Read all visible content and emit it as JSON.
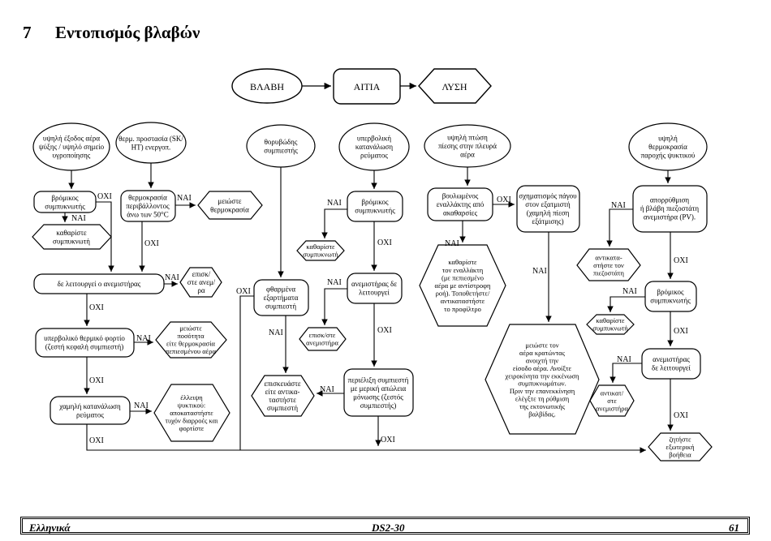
{
  "chapter": {
    "number": "7",
    "title": "Εντοπισμός βλαβών"
  },
  "legend": {
    "fault": "ΒΛΑΒΗ",
    "cause": "ΑΙΤΙΑ",
    "solution": "ΛΥΣΗ"
  },
  "nodes": {
    "o1": [
      "υψηλή έξοδος αέρα",
      "ψύξης / υψηλό σημείο",
      "υγροποίησης"
    ],
    "o2": [
      "θερμ. προστασία (SK/",
      "HT) ενεργοπ."
    ],
    "o3": [
      "θορυβώδης",
      "συμπιεστής"
    ],
    "o4": [
      "υπερβολική",
      "κατανάλωση",
      "ρεύματος"
    ],
    "o5": [
      "υψηλή πτώση",
      "πίεσης στην πλευρά",
      "αέρα"
    ],
    "o6": [
      "υψηλή",
      "θερμοκρασία",
      "παροχής ψυκτικού"
    ],
    "c1": [
      "βρόμικος",
      "συμπυκνωτής"
    ],
    "c2": [
      "θερμοκρασία",
      "περιβάλλοντος",
      "άνω των  50°C"
    ],
    "c3": [
      "δε λειτουργεί ο ανεμιστήρας"
    ],
    "c4": [
      "υπερβολικό θερμικό φορτίο",
      "(ζεστή κεφαλή συμπιεστή)"
    ],
    "c5": [
      "χαμηλή κατανάλωση",
      "ρεύματος"
    ],
    "c6": [
      "φθαρμένα",
      "εξαρτήματα",
      "συμπιεστή"
    ],
    "c7": [
      "βρόμικος",
      "συμπυκνωτής"
    ],
    "c8": [
      "ανεμιστήρας δε",
      "λειτουργεί"
    ],
    "c9": [
      "περιέλιξη συμπιεστή",
      "με μερική απώλεια",
      "μόνωσης (ζεστός",
      "συμπιεστής)"
    ],
    "c10": [
      "βουλωμένος",
      "εναλλάκτης από",
      "ακαθαρσίες"
    ],
    "c11": [
      "σχηματισμός πάγου",
      "στον εξατμιστή",
      "(χαμηλή πίεση",
      "εξάτμισης)"
    ],
    "c12": [
      "απορρύθμιση",
      "ή βλάβη πιεζοστάτη",
      "ανεμιστήρα (PV)."
    ],
    "c13": [
      "βρόμικος",
      "συμπυκνωτής"
    ],
    "c14": [
      "ανεμιστήρας",
      "δε λειτουργεί"
    ],
    "s1": [
      "καθαρίστε",
      "συμπυκνωτή"
    ],
    "s2": [
      "μειώστε",
      "θερμοκρασία"
    ],
    "s3": [
      "επισκ/",
      "στε ανεμ/",
      "ρα"
    ],
    "s4": [
      "μειώστε",
      "ποσότητα",
      "είτε θερμοκρασία",
      "πεπιεσμένου αέρα"
    ],
    "s5": [
      "έλλειψη",
      "ψυκτικού:",
      "αποκαταστήστε",
      "τυχόν διαρροές και",
      "φορτίστε"
    ],
    "s6": [
      "καθαρίστε",
      "συμπυκνωτή"
    ],
    "s7": [
      "επισκ/στε",
      "ανεμιστήρα"
    ],
    "s8": [
      "επισκευάστε",
      "είτε αντικα-",
      "ταστήστε",
      "συμπιεστή"
    ],
    "s9": [
      "καθαρίστε",
      "τον εναλλάκτη",
      "(με πεπιεσμένο",
      "αέρα με αντίστροφη",
      "ροή). Τοποθετήστε/",
      "αντικαταστήστε",
      "το προφίλτρο"
    ],
    "s10": [
      "μειώστε τον",
      "αέρα κρατώντας",
      "ανοιχτή την",
      "είσοδο αέρα. Ανοίξτε",
      "χειροκίνητα την εκκένωση",
      "συμπυκνωμάτων.",
      "Πριν την επανεκκίνηση",
      "ελέγξτε τη ρύθμιση",
      "της εκτονωτικής",
      "βαλβίδας."
    ],
    "s11": [
      "αντικατα-",
      "στήστε τον",
      "πιεζοστάτη"
    ],
    "s12": [
      "καθαρίστε",
      "συμπυκνωτή"
    ],
    "s13": [
      "αντικατ/",
      "στε",
      "ανεμιστήρα"
    ],
    "s14": [
      "ζητήστε",
      "εξωτερική",
      "βοήθεια"
    ]
  },
  "edge_labels": {
    "yes": "ΝΑΙ",
    "no": "ΟΧΙ"
  },
  "footer": {
    "language": "Ελληνικά",
    "model": "DS2-30",
    "page": "61"
  }
}
